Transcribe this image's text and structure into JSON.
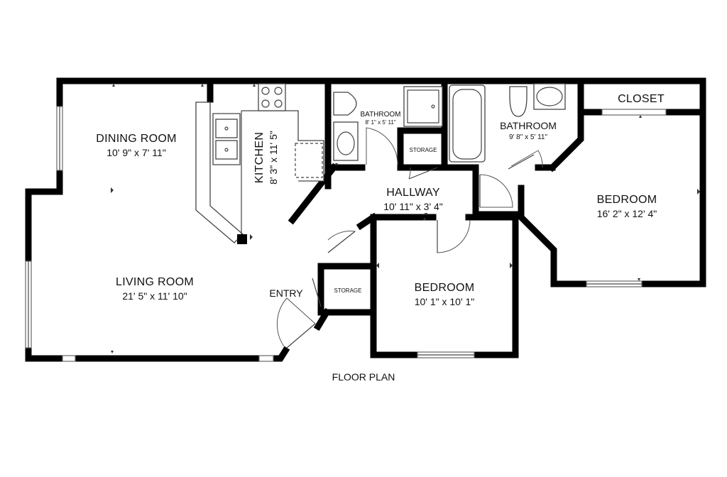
{
  "plan": {
    "title": "FLOOR PLAN",
    "rooms": {
      "dining": {
        "name": "DINING ROOM",
        "size": "10' 9\" x 7' 11\""
      },
      "kitchen": {
        "name": "KITCHEN",
        "size": "8' 3\" x 11' 5\""
      },
      "bath1": {
        "name": "BATHROOM",
        "size": "8' 1\" x 5' 11\""
      },
      "storage1": {
        "name": "STORAGE"
      },
      "bath2": {
        "name": "BATHROOM",
        "size": "9' 8\" x 5' 11\""
      },
      "closet": {
        "name": "CLOSET"
      },
      "hallway": {
        "name": "HALLWAY",
        "size": "10' 11\" x 3' 4\""
      },
      "bedroom1": {
        "name": "BEDROOM",
        "size": "16' 2\" x 12' 4\""
      },
      "living": {
        "name": "LIVING ROOM",
        "size": "21' 5\" x 11' 10\""
      },
      "entry": {
        "name": "ENTRY"
      },
      "storage2": {
        "name": "STORAGE"
      },
      "bedroom2": {
        "name": "BEDROOM",
        "size": "10' 1\" x 10' 1\""
      }
    }
  }
}
